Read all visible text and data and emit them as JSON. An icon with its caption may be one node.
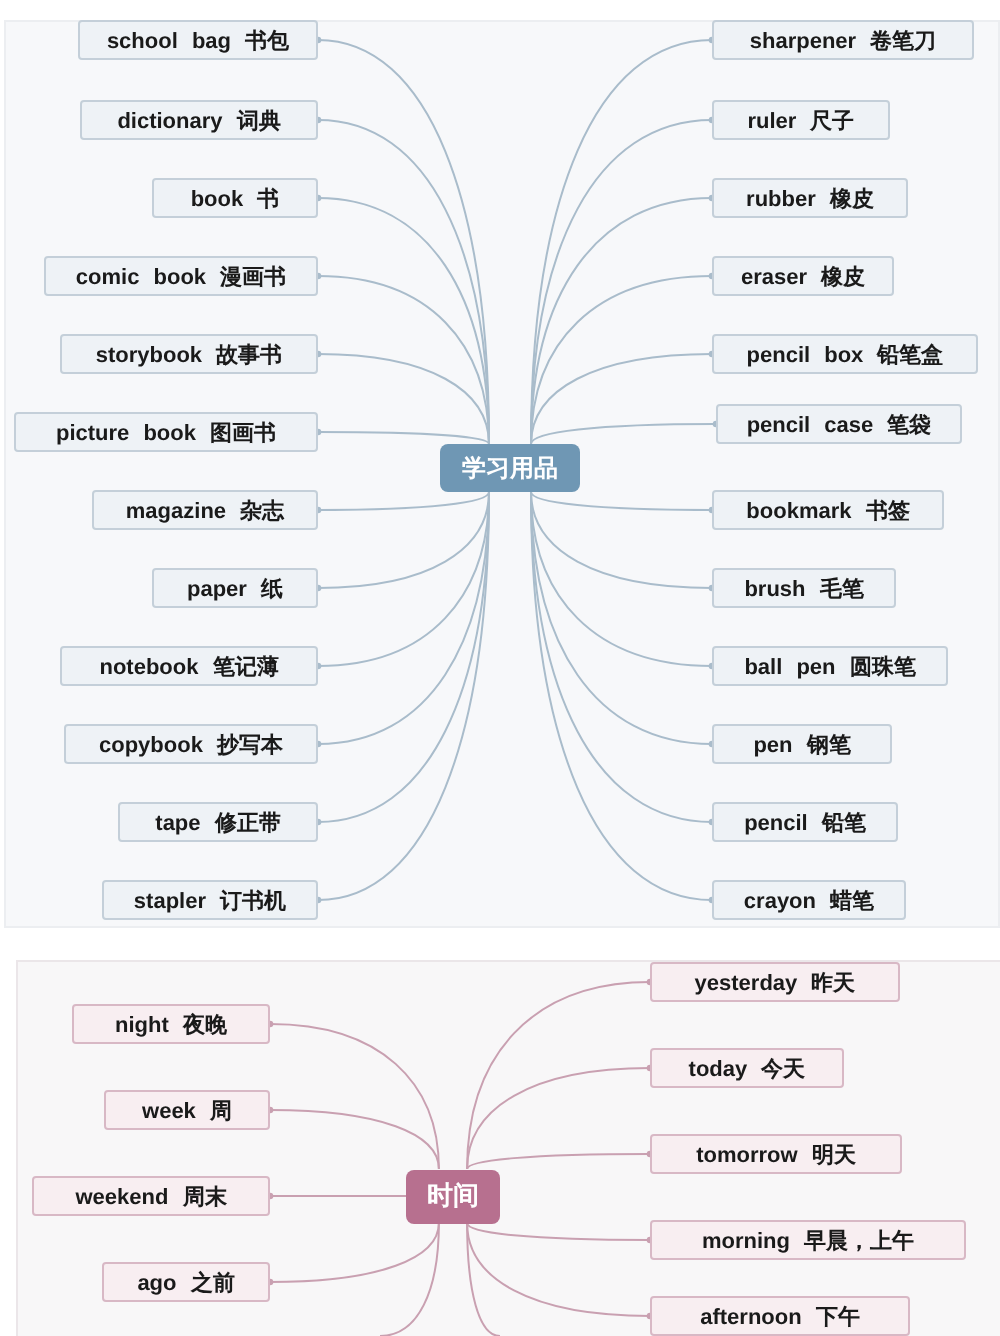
{
  "diagram": {
    "nodes": [
      {
        "text": [
          "学习用品"
        ]
      },
      {
        "text": [
          "school bag 书包"
        ]
      },
      {
        "text": [
          "dictionary 词典"
        ]
      },
      {
        "text": [
          "book 书"
        ]
      },
      {
        "text": [
          "comic book 漫画书"
        ]
      },
      {
        "text": [
          "storybook 故事书"
        ]
      },
      {
        "text": [
          "picture book 图画书"
        ]
      },
      {
        "text": [
          "magazine 杂志"
        ]
      },
      {
        "text": [
          "paper 纸"
        ]
      },
      {
        "text": [
          "notebook 笔记薄"
        ]
      },
      {
        "text": [
          "copybook 抄写本"
        ]
      },
      {
        "text": [
          "tape 修正带"
        ]
      },
      {
        "text": [
          "stapler 订书机"
        ]
      },
      {
        "text": [
          "sharpener 卷笔刀"
        ]
      },
      {
        "text": [
          "ruler 尺子"
        ]
      },
      {
        "text": [
          "rubber 橡皮"
        ]
      },
      {
        "text": [
          "eraser 橡皮"
        ]
      },
      {
        "text": [
          "pencil box 铅笔盒"
        ]
      },
      {
        "text": [
          "pencil case 笔袋"
        ]
      },
      {
        "text": [
          "bookmark 书签"
        ]
      },
      {
        "text": [
          "brush 毛笔"
        ]
      },
      {
        "text": [
          "ball pen 圆珠笔"
        ]
      },
      {
        "text": [
          "pen 钢笔"
        ]
      },
      {
        "text": [
          "pencil 铅笔"
        ]
      },
      {
        "text": [
          "crayon 蜡笔"
        ]
      },
      {
        "text": [
          "时间"
        ]
      },
      {
        "text": [
          "night 夜晚"
        ]
      },
      {
        "text": [
          "week 周"
        ]
      },
      {
        "text": [
          "weekend 周末"
        ]
      },
      {
        "text": [
          "ago 之前"
        ]
      },
      {
        "text": [
          "yesterday 昨天"
        ]
      },
      {
        "text": [
          "today 今天"
        ]
      },
      {
        "text": [
          "tomorrow 明天"
        ]
      },
      {
        "text": [
          "morning 早晨，上午"
        ]
      },
      {
        "text": [
          "afternoon 下午"
        ]
      }
    ],
    "edges": [
      {
        "from": 0,
        "to": 1,
        "arrow": "other"
      },
      {
        "from": 0,
        "to": 2,
        "arrow": "other"
      },
      {
        "from": 0,
        "to": 3,
        "arrow": "other"
      },
      {
        "from": 0,
        "to": 4,
        "arrow": "other"
      },
      {
        "from": 0,
        "to": 5,
        "arrow": "other"
      },
      {
        "from": 0,
        "to": 6,
        "arrow": "other"
      },
      {
        "from": 0,
        "to": 7,
        "arrow": "other"
      },
      {
        "from": 0,
        "to": 8,
        "arrow": "other"
      },
      {
        "from": 0,
        "to": 9,
        "arrow": "other"
      },
      {
        "from": 0,
        "to": 10,
        "arrow": "other"
      },
      {
        "from": 0,
        "to": 11,
        "arrow": "other"
      },
      {
        "from": 0,
        "to": 12,
        "arrow": "other"
      },
      {
        "from": 0,
        "to": 13,
        "arrow": "other"
      },
      {
        "from": 0,
        "to": 14,
        "arrow": "other"
      },
      {
        "from": 0,
        "to": 15,
        "arrow": "other"
      },
      {
        "from": 0,
        "to": 16,
        "arrow": "other"
      },
      {
        "from": 0,
        "to": 17,
        "arrow": "other"
      },
      {
        "from": 0,
        "to": 18,
        "arrow": "other"
      },
      {
        "from": 0,
        "to": 19,
        "arrow": "other"
      },
      {
        "from": 0,
        "to": 20,
        "arrow": "other"
      },
      {
        "from": 0,
        "to": 21,
        "arrow": "other"
      },
      {
        "from": 0,
        "to": 22,
        "arrow": "other"
      },
      {
        "from": 0,
        "to": 23,
        "arrow": "other"
      },
      {
        "from": 0,
        "to": 24,
        "arrow": "other"
      },
      {
        "from": 25,
        "to": 26,
        "arrow": "other",
        "color": "#c9a0b1"
      },
      {
        "from": 25,
        "to": 27,
        "arrow": "other",
        "color": "#c9a0b1"
      },
      {
        "from": 25,
        "to": 28,
        "arrow": "other",
        "color": "#c9a0b1"
      },
      {
        "from": 25,
        "to": 29,
        "arrow": "other",
        "color": "#c9a0b1"
      },
      {
        "from": 25,
        "to": 30,
        "arrow": "other",
        "color": "#c9a0b1"
      },
      {
        "from": 25,
        "to": 31,
        "arrow": "other",
        "color": "#c9a0b1"
      },
      {
        "from": 25,
        "to": 32,
        "arrow": "other",
        "color": "#c9a0b1"
      },
      {
        "from": 25,
        "to": 33,
        "arrow": "other",
        "color": "#c9a0b1"
      },
      {
        "from": 25,
        "to": 34,
        "arrow": "other",
        "color": "#c9a0b1"
      },
      {
        "from": 25,
        "to": null,
        "arrow": "none",
        "color": "#c9a0b1"
      },
      {
        "from": 25,
        "to": null,
        "arrow": "none",
        "color": "#c9a0b1"
      }
    ]
  }
}
